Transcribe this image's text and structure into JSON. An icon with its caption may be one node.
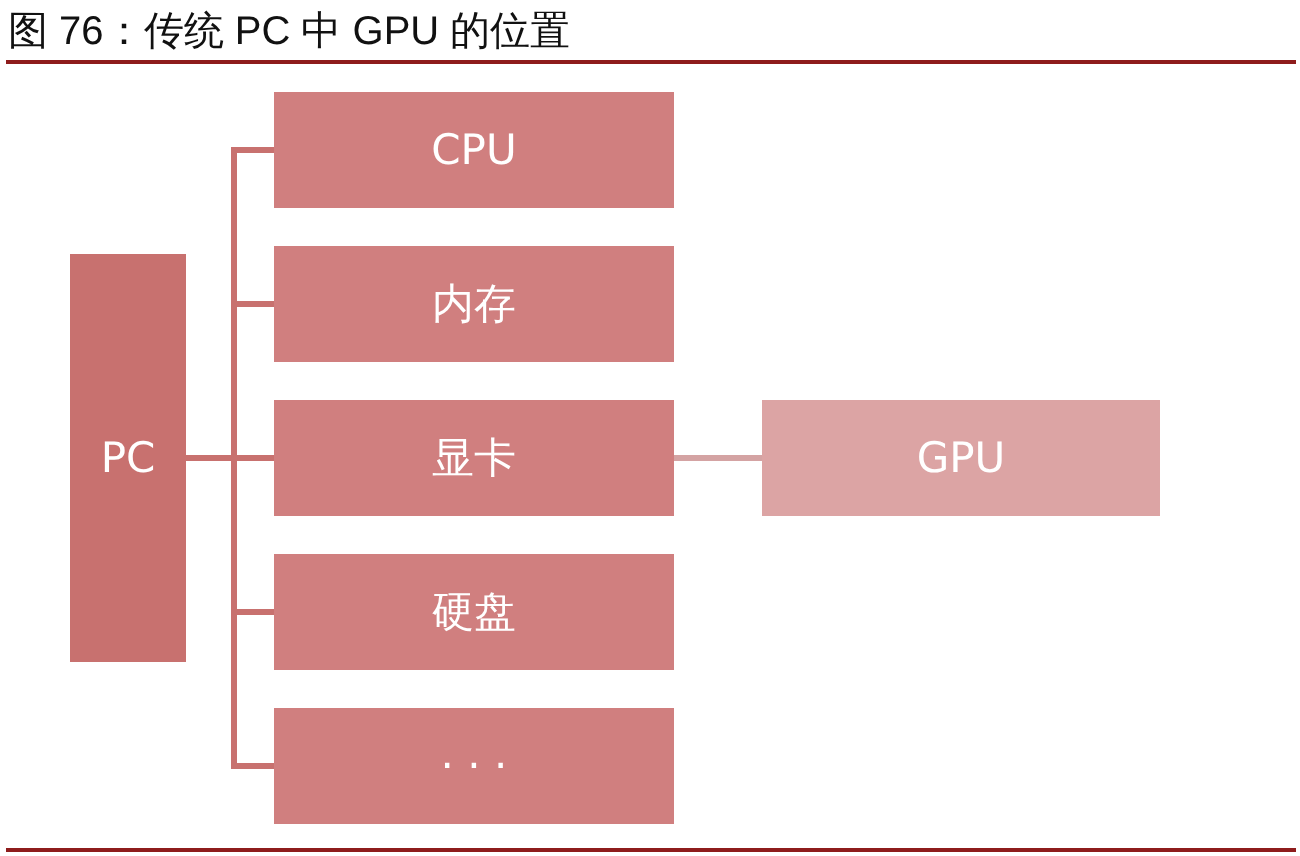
{
  "diagram": {
    "title": "图 76：传统 PC 中 GPU 的位置",
    "nodes": [
      {
        "text": [
          "PC"
        ]
      },
      {
        "text": [
          "CPU"
        ]
      },
      {
        "text": [
          "内存"
        ]
      },
      {
        "text": [
          "显卡"
        ]
      },
      {
        "text": [
          "硬盘"
        ]
      },
      {
        "text": [
          "· · ·"
        ]
      },
      {
        "text": [
          "GPU"
        ]
      }
    ],
    "edges": [
      {
        "from": 0,
        "to": 1,
        "arrow": "none"
      },
      {
        "from": 0,
        "to": 2,
        "arrow": "none"
      },
      {
        "from": 0,
        "to": 3,
        "arrow": "none"
      },
      {
        "from": 0,
        "to": 4,
        "arrow": "none"
      },
      {
        "from": 0,
        "to": 5,
        "arrow": "none"
      },
      {
        "from": 3,
        "to": 6,
        "arrow": "none",
        "color": "#d4a3a3"
      }
    ]
  }
}
